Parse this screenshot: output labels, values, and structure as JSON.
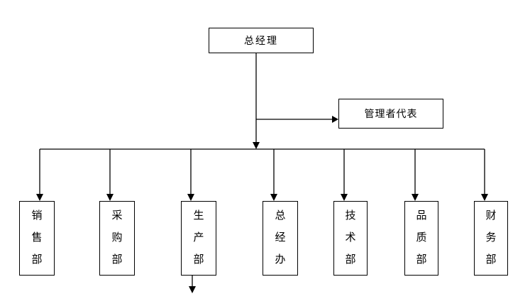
{
  "org_chart": {
    "root": {
      "label": "总经理"
    },
    "staff": {
      "label": "管理者代表"
    },
    "departments": [
      {
        "id": "sales",
        "label": "销售部"
      },
      {
        "id": "purchasing",
        "label": "采购部"
      },
      {
        "id": "production",
        "label": "生产部"
      },
      {
        "id": "gm-office",
        "label": "总经办"
      },
      {
        "id": "technical",
        "label": "技术部"
      },
      {
        "id": "quality",
        "label": "品质部"
      },
      {
        "id": "finance",
        "label": "财务部"
      }
    ],
    "colors": {
      "line": "#000000",
      "box_border": "#000000",
      "background": "#ffffff",
      "text": "#000000"
    }
  }
}
